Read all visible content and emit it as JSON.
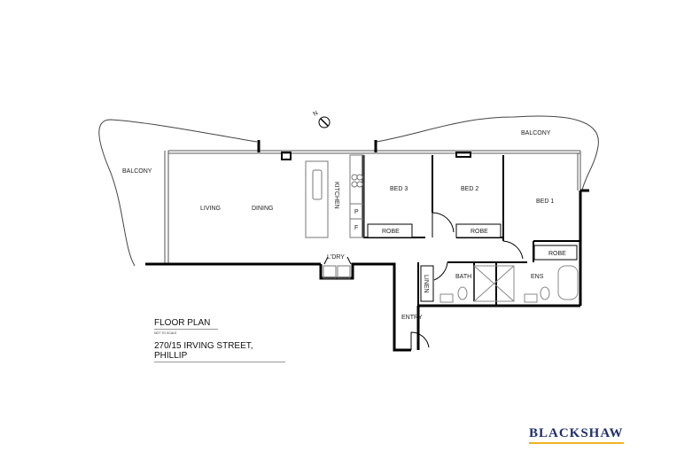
{
  "plan": {
    "title": "FLOOR PLAN",
    "scale_note": "NOT TO SCALE",
    "address": "270/15 IRVING STREET, PHILLIP",
    "north_label": "N"
  },
  "rooms": {
    "balcony_west": "BALCONY",
    "balcony_east": "BALCONY",
    "living": "LIVING",
    "dining": "DINING",
    "kitchen": "KITCHEN",
    "pantry": "P",
    "fridge": "F",
    "laundry": "L'DRY",
    "bed3": "BED 3",
    "bed2": "BED 2",
    "bed1": "BED 1",
    "robe3": "ROBE",
    "robe2": "ROBE",
    "robe1": "ROBE",
    "linen": "LINEN",
    "bath": "BATH",
    "ensuite": "ENS",
    "entry": "ENTRY"
  },
  "brand": {
    "name": "BLACKSHAW",
    "color": "#1f2f6b",
    "accent": "#f0b323"
  }
}
